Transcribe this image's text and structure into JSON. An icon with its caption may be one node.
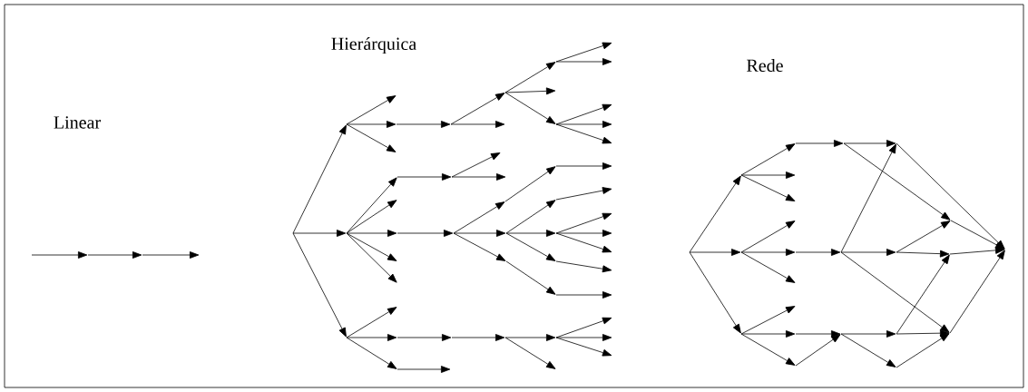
{
  "diagram": {
    "labels": [
      "Linear",
      "Hierárquica",
      "Rede"
    ]
  }
}
